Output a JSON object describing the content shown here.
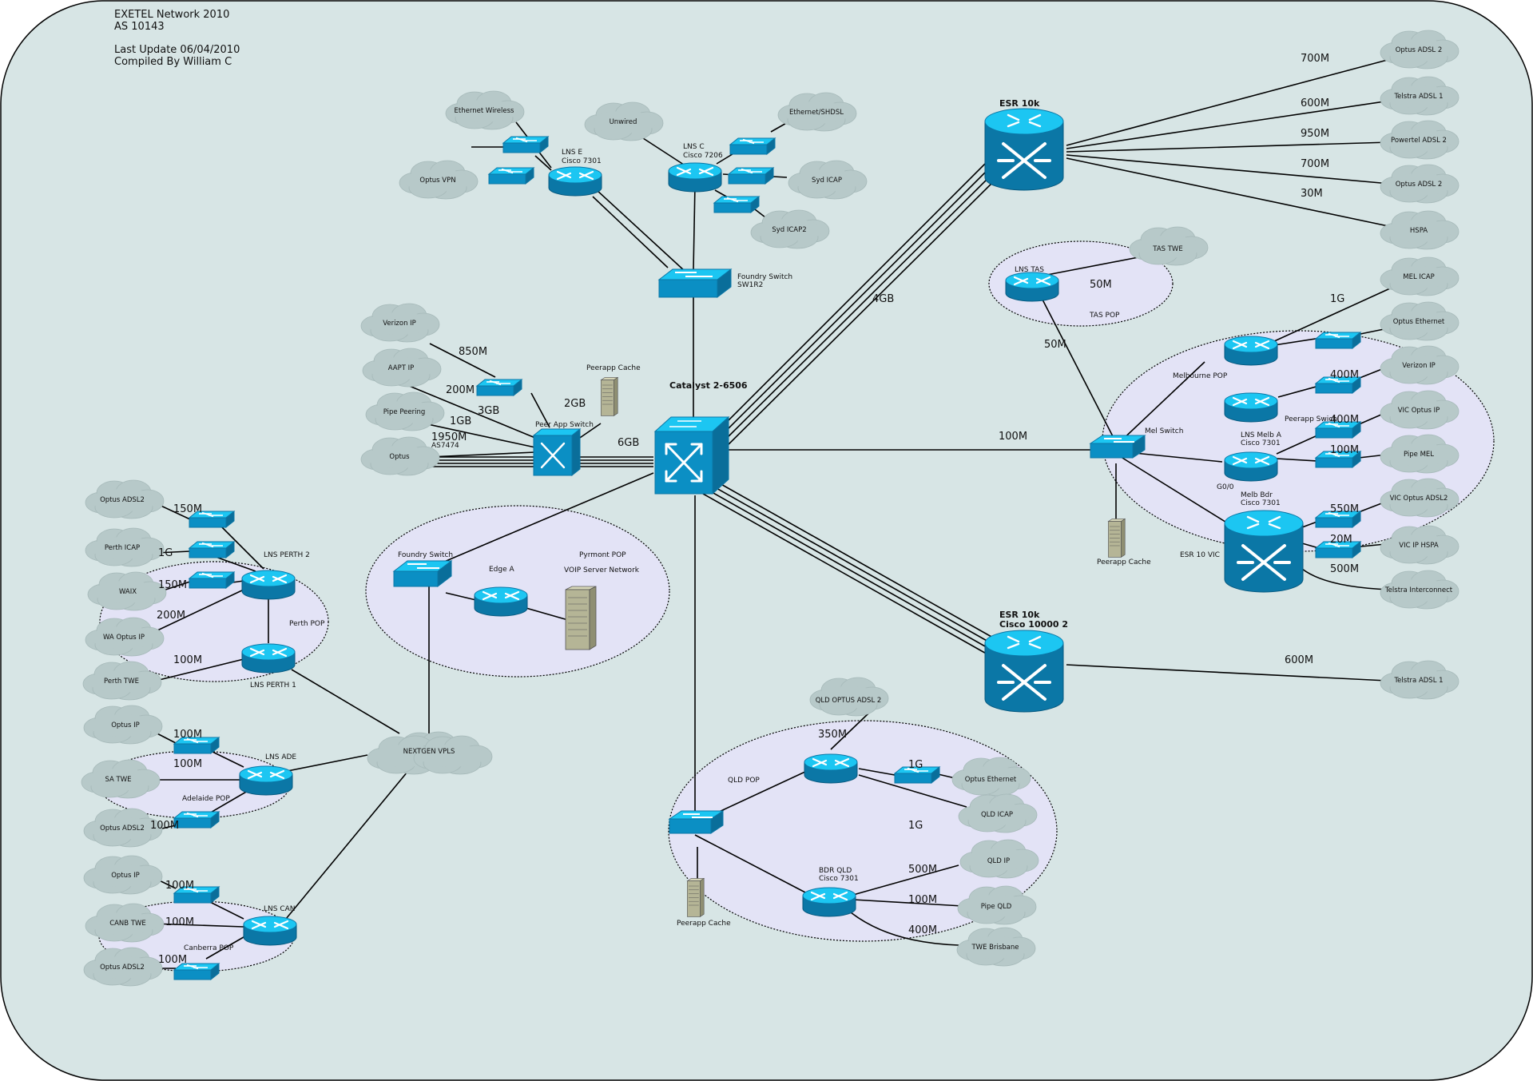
{
  "header": {
    "line1": "EXETEL  Network 2010",
    "line2": "AS 10143",
    "line3": "Last Update 06/04/2010",
    "line4": "Compiled By William C"
  },
  "colors": {
    "background": "#d7e5e5",
    "cloud": "#b7c9c9",
    "pop_fill": "#e3e3f6",
    "device_top": "#1cc6f2",
    "device_side": "#0b77a6",
    "server": "#b5b596"
  },
  "pops": [
    {
      "label": "Perth  POP"
    },
    {
      "label": "Pyrmont  POP"
    },
    {
      "label": "Adelaide POP"
    },
    {
      "label": "Canberra POP"
    },
    {
      "label": "QLD POP"
    },
    {
      "label": "TAS POP"
    },
    {
      "label": "Melbourne POP"
    }
  ],
  "clouds": [
    {
      "label": "Ethernet Wireless"
    },
    {
      "label": "Optus VPN"
    },
    {
      "label": "Unwired"
    },
    {
      "label": "Ethernet/SHDSL"
    },
    {
      "label": "Syd ICAP"
    },
    {
      "label": "Syd ICAP2"
    },
    {
      "label": "Verizon IP"
    },
    {
      "label": "AAPT IP"
    },
    {
      "label": "Pipe Peering"
    },
    {
      "label": "Optus"
    },
    {
      "label": "Optus ADSL2"
    },
    {
      "label": "Perth ICAP"
    },
    {
      "label": "WAIX"
    },
    {
      "label": "WA Optus IP"
    },
    {
      "label": "Perth TWE"
    },
    {
      "label": "Optus IP"
    },
    {
      "label": "SA TWE"
    },
    {
      "label": "Optus ADSL2"
    },
    {
      "label": "Optus IP"
    },
    {
      "label": "CANB TWE"
    },
    {
      "label": "Optus ADSL2"
    },
    {
      "label": "NEXTGEN VPLS"
    },
    {
      "label": "QLD OPTUS ADSL 2"
    },
    {
      "label": "Optus Ethernet"
    },
    {
      "label": "QLD ICAP"
    },
    {
      "label": "QLD IP"
    },
    {
      "label": "Pipe QLD"
    },
    {
      "label": "TWE Brisbane"
    },
    {
      "label": "Optus ADSL 2"
    },
    {
      "label": "Telstra ADSL 1"
    },
    {
      "label": "Powertel ADSL 2"
    },
    {
      "label": "Optus ADSL 2"
    },
    {
      "label": "HSPA"
    },
    {
      "label": "TAS TWE"
    },
    {
      "label": "MEL ICAP"
    },
    {
      "label": "Optus Ethernet"
    },
    {
      "label": "Verizon IP"
    },
    {
      "label": "VIC Optus  IP"
    },
    {
      "label": "Pipe MEL"
    },
    {
      "label": "VIC Optus ADSL2"
    },
    {
      "label": "VIC IP HSPA"
    },
    {
      "label": "Telstra Interconnect"
    },
    {
      "label": "Telstra ADSL 1"
    }
  ],
  "devices": [
    {
      "line1": "Catalyst 2-6506",
      "line2": ""
    },
    {
      "line1": "Peer App Switch",
      "line2": ""
    },
    {
      "line1": "Peerapp Cache",
      "line2": ""
    },
    {
      "line1": "LNS E",
      "line2": "Cisco 7301"
    },
    {
      "line1": "LNS C",
      "line2": "Cisco 7206"
    },
    {
      "line1": "Foundry Switch",
      "line2": "SW1R2"
    },
    {
      "line1": "Foundry Switch",
      "line2": ""
    },
    {
      "line1": "Edge A",
      "line2": ""
    },
    {
      "line1": "VOIP Server Network",
      "line2": ""
    },
    {
      "line1": "LNS PERTH 2",
      "line2": ""
    },
    {
      "line1": "LNS PERTH 1",
      "line2": ""
    },
    {
      "line1": "LNS ADE",
      "line2": ""
    },
    {
      "line1": "LNS CAN",
      "line2": ""
    },
    {
      "line1": "ESR 10k",
      "line2": ""
    },
    {
      "line1": "ESR 10k",
      "line2": "Cisco 10000 2"
    },
    {
      "line1": "LNS TAS",
      "line2": ""
    },
    {
      "line1": "Mel Switch",
      "line2": ""
    },
    {
      "line1": "Peerapp Cache",
      "line2": ""
    },
    {
      "line1": "Peerapp Swich",
      "line2": ""
    },
    {
      "line1": "LNS Melb A",
      "line2": "Cisco 7301"
    },
    {
      "line1": "G0/0",
      "line2": ""
    },
    {
      "line1": "Melb Bdr",
      "line2": "Cisco 7301"
    },
    {
      "line1": "ESR 10 VIC",
      "line2": ""
    },
    {
      "line1": "BDR QLD",
      "line2": "Cisco 7301"
    },
    {
      "line1": "Peerapp Cache",
      "line2": ""
    },
    {
      "line1": "AS7474",
      "line2": ""
    }
  ],
  "links": [
    {
      "bw": "850M"
    },
    {
      "bw": "200M"
    },
    {
      "bw": "3GB"
    },
    {
      "bw": "1GB"
    },
    {
      "bw": "1950M"
    },
    {
      "bw": "2GB"
    },
    {
      "bw": "6GB"
    },
    {
      "bw": "4GB"
    },
    {
      "bw": "100M"
    },
    {
      "bw": "700M"
    },
    {
      "bw": "600M"
    },
    {
      "bw": "950M"
    },
    {
      "bw": "700M"
    },
    {
      "bw": "30M"
    },
    {
      "bw": "50M"
    },
    {
      "bw": "50M"
    },
    {
      "bw": "1G"
    },
    {
      "bw": "400M"
    },
    {
      "bw": "400M"
    },
    {
      "bw": "100M"
    },
    {
      "bw": "550M"
    },
    {
      "bw": "20M"
    },
    {
      "bw": "500M"
    },
    {
      "bw": "600M"
    },
    {
      "bw": "150M"
    },
    {
      "bw": "1G"
    },
    {
      "bw": "150M"
    },
    {
      "bw": "200M"
    },
    {
      "bw": "100M"
    },
    {
      "bw": "100M"
    },
    {
      "bw": "100M"
    },
    {
      "bw": "100M"
    },
    {
      "bw": "100M"
    },
    {
      "bw": "100M"
    },
    {
      "bw": "100M"
    },
    {
      "bw": "350M"
    },
    {
      "bw": "1G"
    },
    {
      "bw": "1G"
    },
    {
      "bw": "500M"
    },
    {
      "bw": "100M"
    },
    {
      "bw": "400M"
    }
  ]
}
